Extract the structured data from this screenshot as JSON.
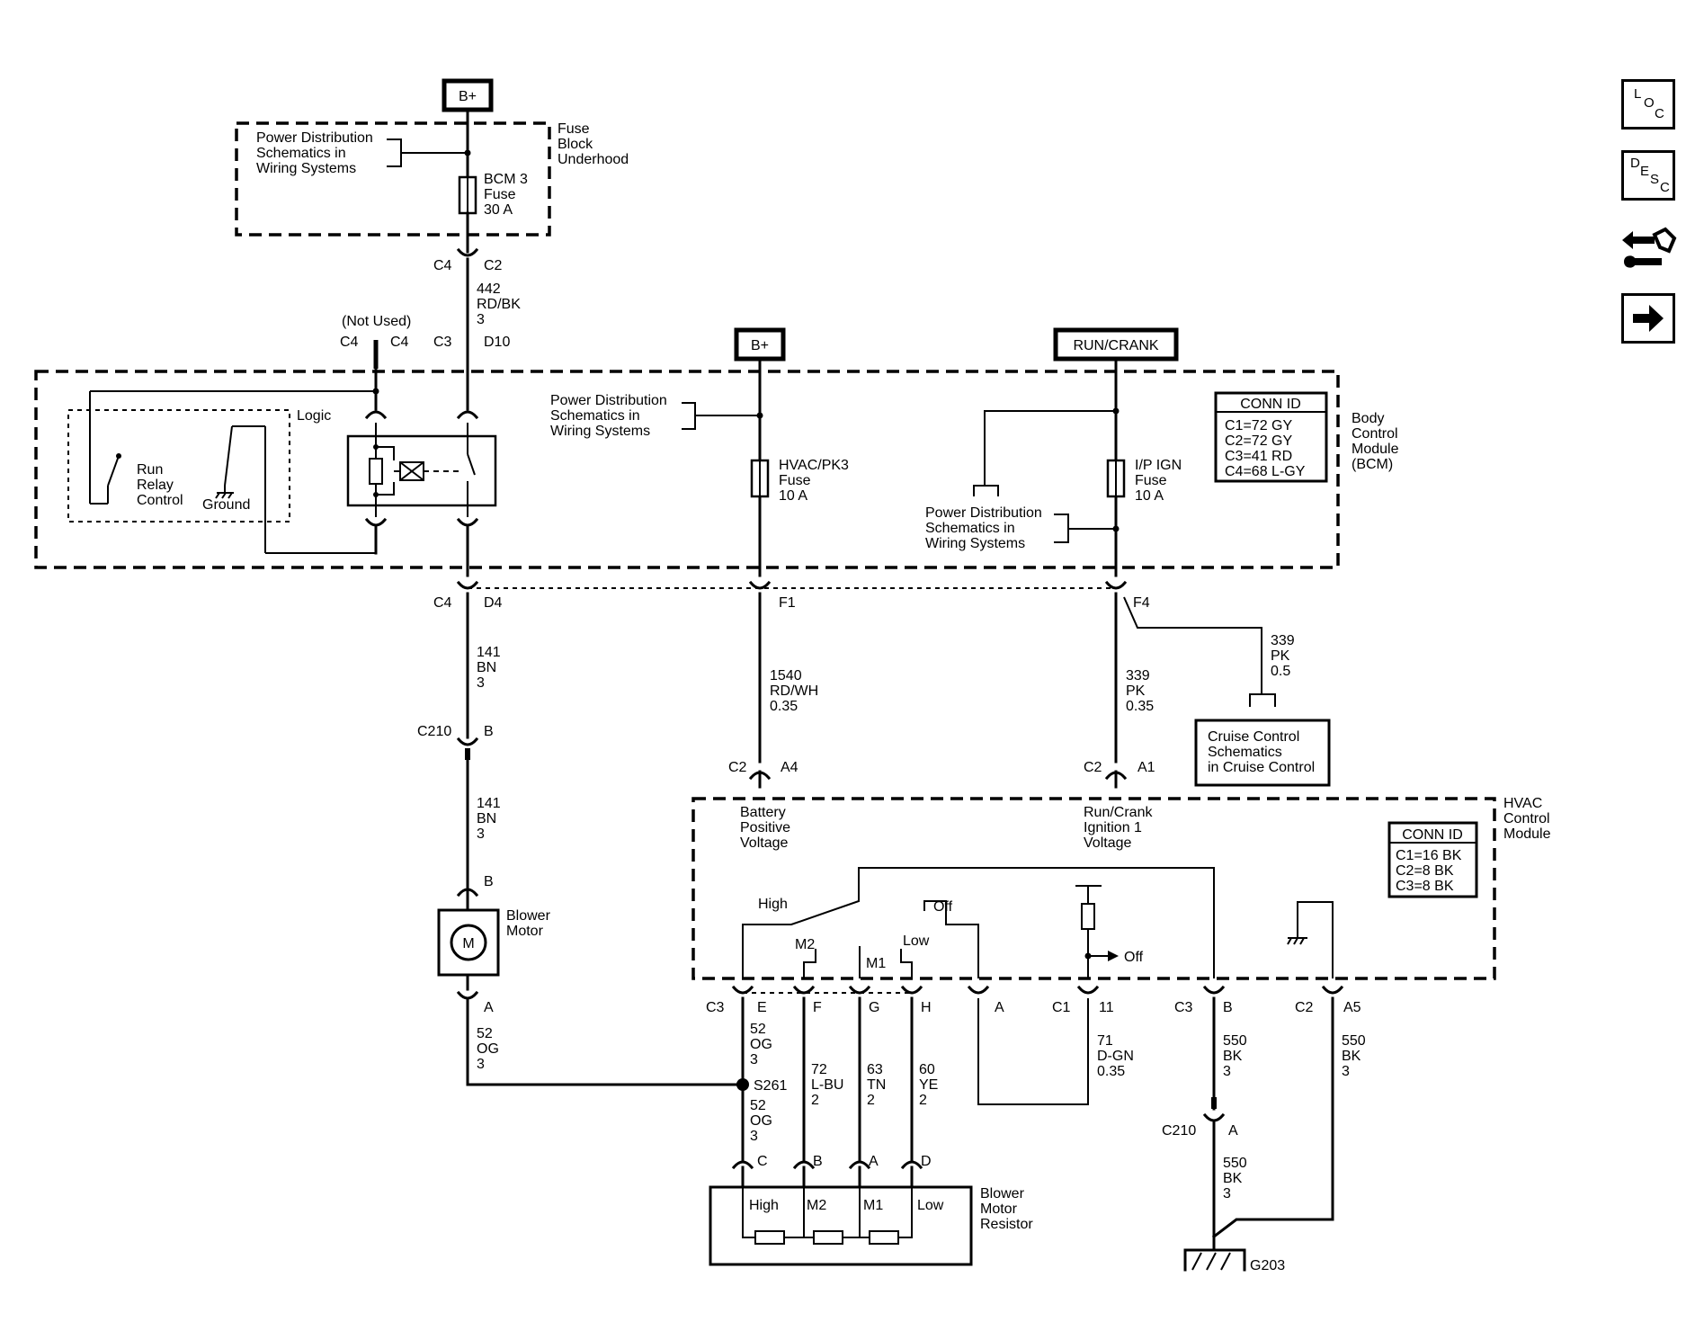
{
  "nav_buttons": {
    "loc": {
      "letters": [
        "L",
        "O",
        "C"
      ]
    },
    "desc": {
      "letters": [
        "D",
        "E",
        "S",
        "C"
      ]
    },
    "repair_icon": "repair-arrows-wrench-icon",
    "next_icon": "right-arrow-icon"
  },
  "power_sources": {
    "bplus_top": "B+",
    "bplus_mid": "B+",
    "run_crank": "RUN/CRANK"
  },
  "fuse_block": {
    "name": [
      "Fuse",
      "Block",
      "Underhood"
    ],
    "power_dist": [
      "Power Distribution",
      "Schematics in",
      "Wiring Systems"
    ],
    "fuse": [
      "BCM 3",
      "Fuse",
      "30 A"
    ]
  },
  "bcm": {
    "name": [
      "Body",
      "Control",
      "Module",
      "(BCM)"
    ],
    "logic": "Logic",
    "run_relay": [
      "Run",
      "Relay",
      "Control"
    ],
    "ground": "Ground",
    "not_used": "(Not Used)",
    "power_dist_1": [
      "Power Distribution",
      "Schematics in",
      "Wiring Systems"
    ],
    "power_dist_2": [
      "Power Distribution",
      "Schematics in",
      "Wiring Systems"
    ],
    "hvac_fuse": [
      "HVAC/PK3",
      "Fuse",
      "10 A"
    ],
    "ip_fuse": [
      "I/P IGN",
      "Fuse",
      "10 A"
    ],
    "conn_title": "CONN ID",
    "conn_rows": [
      "C1=72 GY",
      "C2=72 GY",
      "C3=41 RD",
      "C4=68 L-GY"
    ]
  },
  "connectors": {
    "c4_c2_a": "C4",
    "c4_c2_b": "C2",
    "c4_nu_a": "C4",
    "c4_nu_b": "C4",
    "c3_d10_a": "C3",
    "c3_d10_b": "D10",
    "c4_d4_a": "C4",
    "c4_d4_b": "D4",
    "f1": "F1",
    "f4": "F4",
    "c210_b_a": "C210",
    "c210_b_b": "B",
    "motor_b": "B",
    "motor_a": "A",
    "c2_a4_a": "C2",
    "c2_a4_b": "A4",
    "c2_a1_a": "C2",
    "c2_a1_b": "A1",
    "hv_c3": "C3",
    "hv_e": "E",
    "hv_f": "F",
    "hv_g": "G",
    "hv_h": "H",
    "hv_a": "A",
    "hv_c1": "C1",
    "hv_11": "11",
    "hv_c3b_a": "C3",
    "hv_c3b_b": "B",
    "hv_c2a5_a": "C2",
    "hv_c2a5_b": "A5",
    "c210_a_a": "C210",
    "c210_a_b": "A",
    "res_c": "C",
    "res_b": "B",
    "res_a": "A",
    "res_d": "D",
    "s261": "S261",
    "g203": "G203"
  },
  "wires": {
    "w442": [
      "442",
      "RD/BK",
      "3"
    ],
    "w141_a": [
      "141",
      "BN",
      "3"
    ],
    "w141_b": [
      "141",
      "BN",
      "3"
    ],
    "w1540": [
      "1540",
      "RD/WH",
      "0.35"
    ],
    "w339_main": [
      "339",
      "PK",
      "0.35"
    ],
    "w339_branch": [
      "339",
      "PK",
      "0.5"
    ],
    "w52_a": [
      "52",
      "OG",
      "3"
    ],
    "w52_b": [
      "52",
      "OG",
      "3"
    ],
    "w52_c": [
      "52",
      "OG",
      "3"
    ],
    "w72": [
      "72",
      "L-BU",
      "2"
    ],
    "w63": [
      "63",
      "TN",
      "2"
    ],
    "w60": [
      "60",
      "YE",
      "2"
    ],
    "w71": [
      "71",
      "D-GN",
      "0.35"
    ],
    "w550_a": [
      "550",
      "BK",
      "3"
    ],
    "w550_b": [
      "550",
      "BK",
      "3"
    ],
    "w550_c": [
      "550",
      "BK",
      "3"
    ]
  },
  "cruise": [
    "Cruise Control",
    "Schematics",
    "in Cruise Control"
  ],
  "blower_motor": {
    "name": [
      "Blower",
      "Motor"
    ],
    "symbol": "M"
  },
  "hvac": {
    "name": [
      "HVAC",
      "Control",
      "Module"
    ],
    "battery_voltage": [
      "Battery",
      "Positive",
      "Voltage"
    ],
    "ignition_voltage": [
      "Run/Crank",
      "Ignition 1",
      "Voltage"
    ],
    "sw_high": "High",
    "sw_off": "Off",
    "sw_m2": "M2",
    "sw_m1": "M1",
    "sw_low": "Low",
    "off_arrow": "Off",
    "conn_title": "CONN ID",
    "conn_rows": [
      "C1=16 BK",
      "C2=8 BK",
      "C3=8 BK"
    ]
  },
  "resistor": {
    "name": [
      "Blower",
      "Motor",
      "Resistor"
    ],
    "taps": [
      "High",
      "M2",
      "M1",
      "Low"
    ]
  }
}
